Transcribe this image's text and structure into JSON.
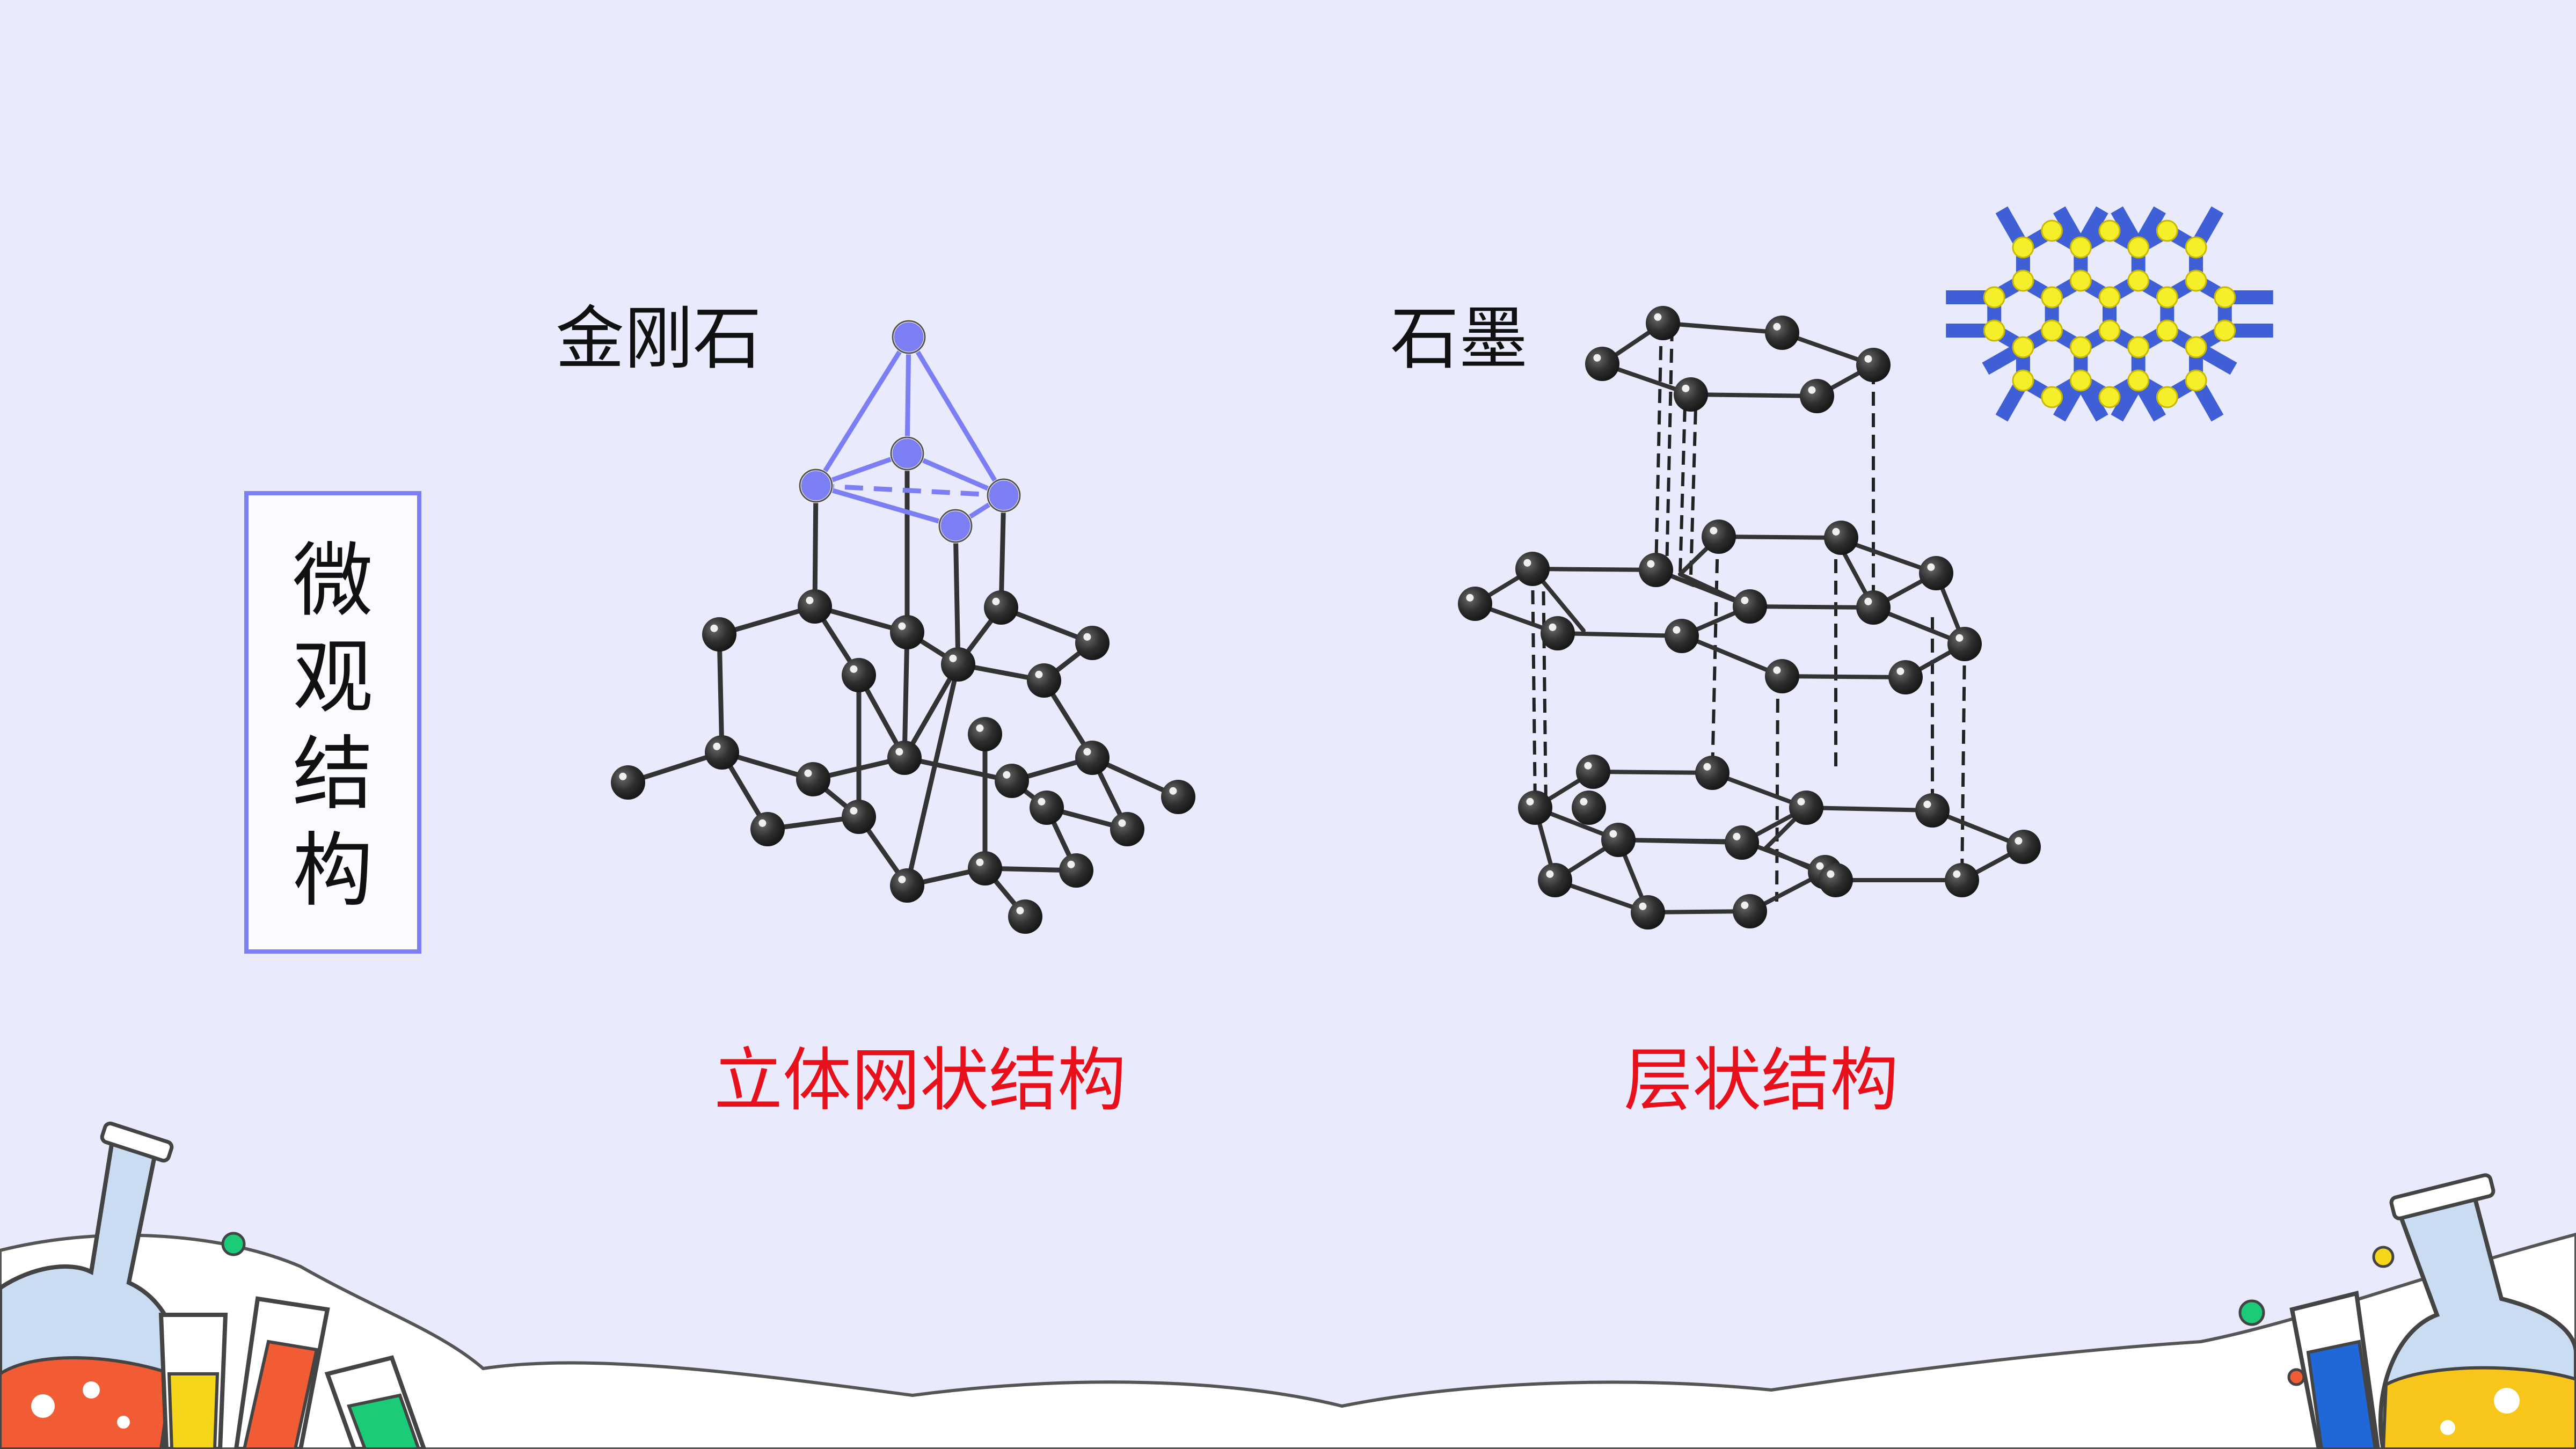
{
  "slide": {
    "side_label": "微观结构",
    "diamond": {
      "name": "金刚石",
      "structure": "立体网状结构"
    },
    "graphite": {
      "name": "石墨",
      "structure": "层状结构"
    }
  },
  "colors": {
    "background": "#e9eafc",
    "atom": "#333333",
    "highlight": "#7c7ef3",
    "structure_text": "#e8101a",
    "graphene_bond": "#3f5fd6",
    "graphene_atom": "#f4ef2a"
  }
}
